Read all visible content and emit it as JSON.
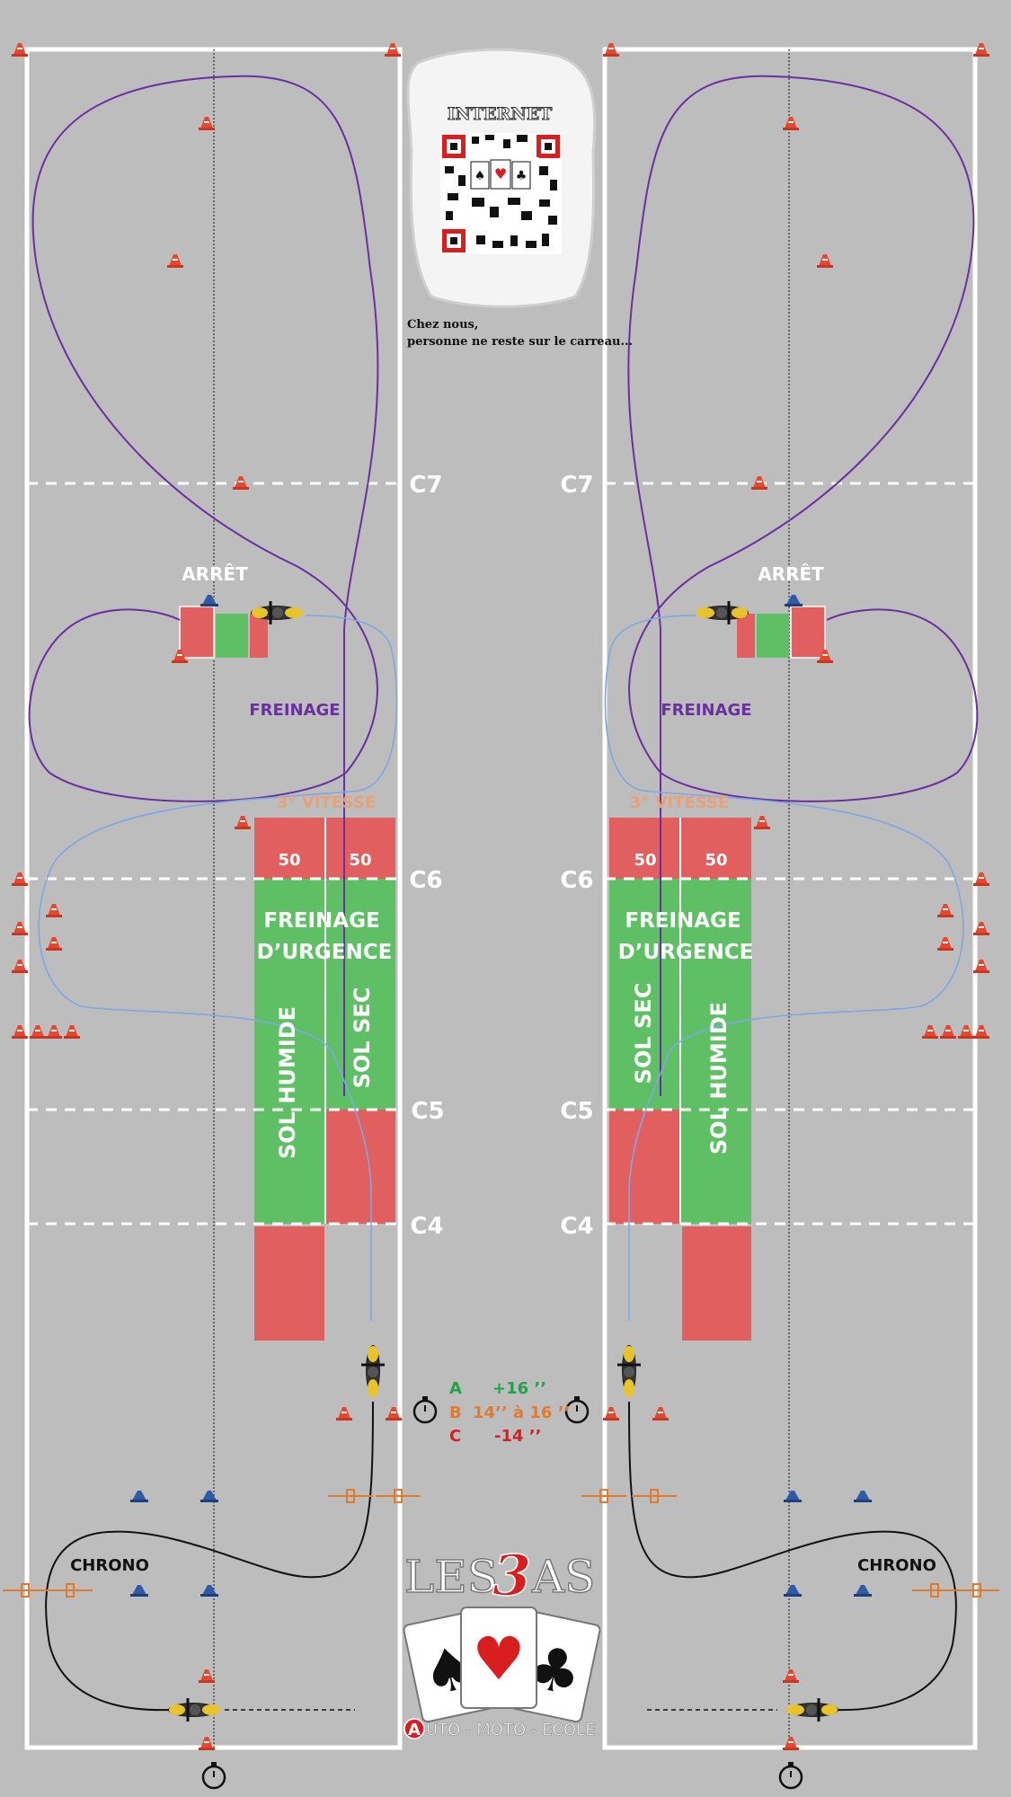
{
  "checkpoints": {
    "c7": "C7",
    "c6": "C6",
    "c5": "C5",
    "c4": "C4"
  },
  "labels": {
    "arret": "ARRÊT",
    "freinage": "FREINAGE",
    "vitesse": "3° VITESSE",
    "speed_50": "50",
    "urgence_line1": "FREINAGE",
    "urgence_line2": "D’URGENCE",
    "sol_humide": "SOL HUMIDE",
    "sol_sec": "SOL SEC",
    "chrono": "CHRONO"
  },
  "grading": [
    {
      "grade": "A",
      "time": "+16 ’’",
      "color": "#1fa34a"
    },
    {
      "grade": "B",
      "time": "14’’ à 16 ’’",
      "color": "#e07a2e"
    },
    {
      "grade": "C",
      "time": "-14 ’’",
      "color": "#d81e1e"
    }
  ],
  "qr": {
    "title": "INTERNET",
    "caption_line1": "Chez nous,",
    "caption_line2": "personne ne reste sur le carreau..."
  },
  "logo": {
    "text_left": "LES",
    "number": "3",
    "text_right": "AS",
    "tagline_initial": "A",
    "tagline_rest": "UTO - MOTO - ECOLE"
  },
  "colors": {
    "ground": "#bdbdbd",
    "lane_line": "#ffffff",
    "red_zone": "#e15f5f",
    "green_zone": "#5fbf64",
    "route_purple": "#6a2fa0",
    "route_blue": "#7fa7e6",
    "route_black": "#111111",
    "cone_red": "#e8462e",
    "cone_blue": "#2e5aa8",
    "label_purple": "#6a2fa0",
    "label_orange": "#e8a27a"
  }
}
